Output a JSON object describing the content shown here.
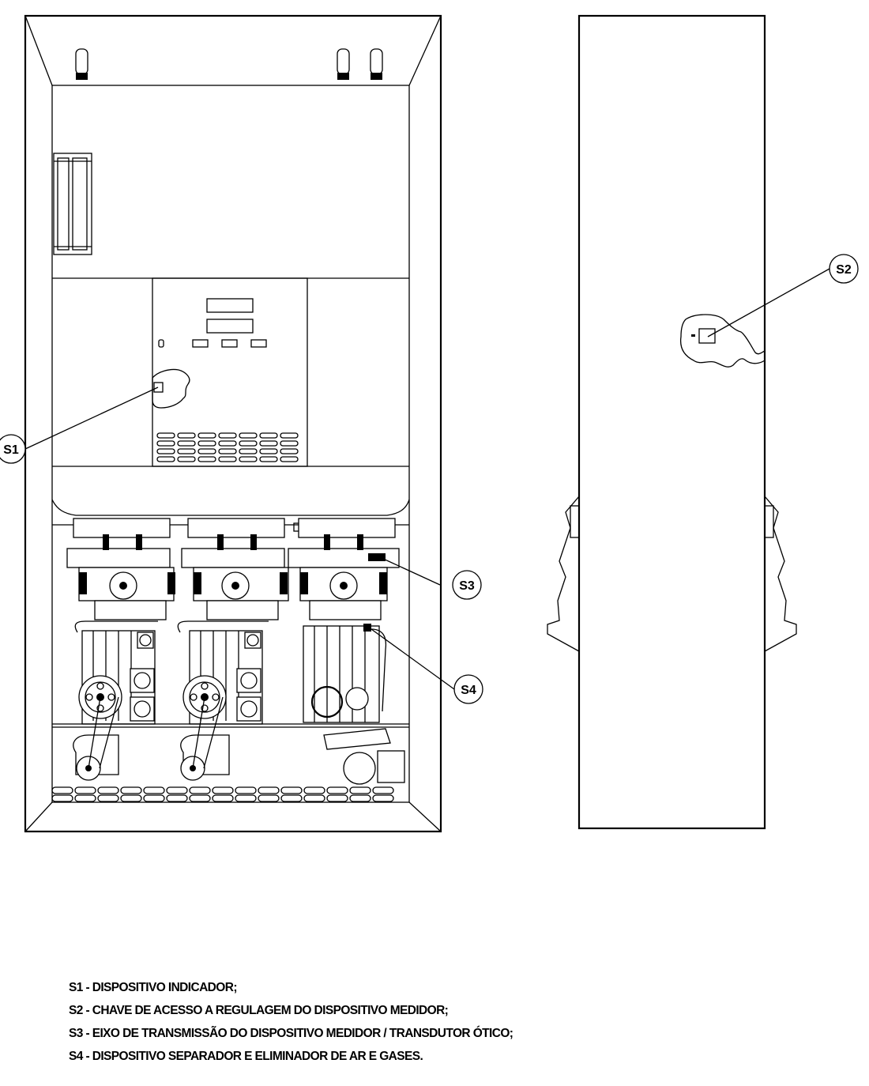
{
  "callouts": {
    "s1": "S1",
    "s2": "S2",
    "s3": "S3",
    "s4": "S4"
  },
  "legend": [
    "S1 - DISPOSITIVO INDICADOR;",
    "S2 - CHAVE DE ACESSO A REGULAGEM DO DISPOSITIVO MEDIDOR;",
    "S3 - EIXO DE TRANSMISSÃO DO DISPOSITIVO MEDIDOR / TRANSDUTOR ÓTICO;",
    "S4 - DISPOSITIVO SEPARADOR E ELIMINADOR DE AR E GASES."
  ],
  "colors": {
    "line": "#000000",
    "background": "#ffffff"
  }
}
